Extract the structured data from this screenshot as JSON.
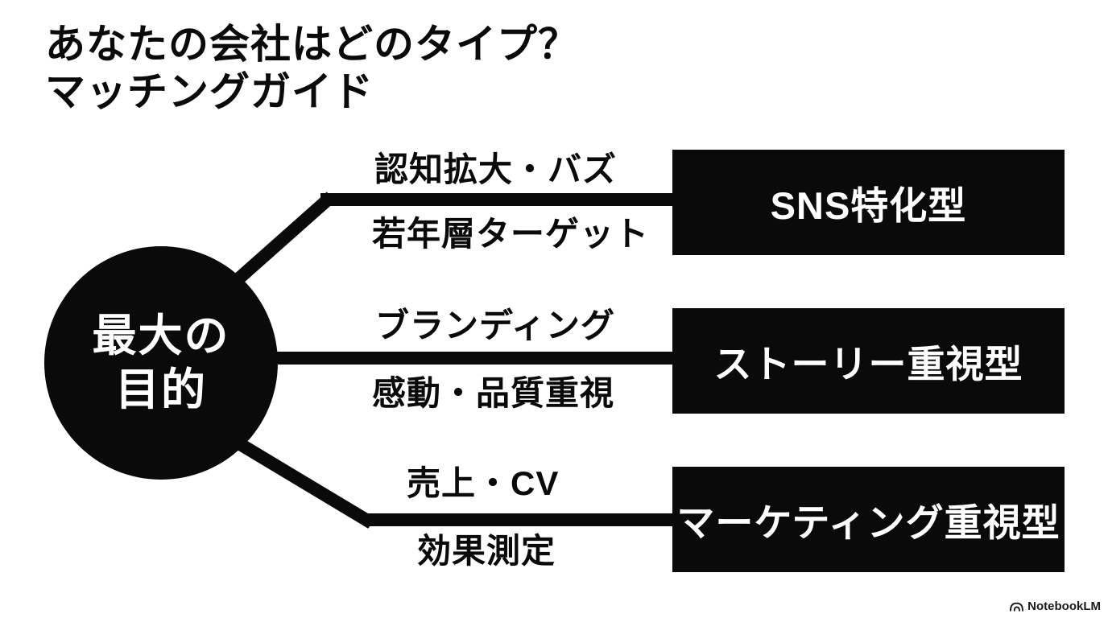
{
  "title": {
    "line1": "あなたの会社はどのタイプ？",
    "line2": "マッチングガイド"
  },
  "center_node": {
    "line1": "最大の",
    "line2": "目的"
  },
  "branches": [
    {
      "top_label": "認知拡大・バズ",
      "bottom_label": "若年層ターゲット",
      "result": "SNS特化型"
    },
    {
      "top_label": "ブランディング",
      "bottom_label": "感動・品質重視",
      "result": "ストーリー重視型"
    },
    {
      "top_label": "売上・CV",
      "bottom_label": "効果測定",
      "result": "マーケティング重視型"
    }
  ],
  "footer": {
    "brand": "NotebookLM"
  },
  "colors": {
    "ink": "#0a0a0a",
    "background": "#ffffff",
    "text_on_ink": "#ffffff"
  }
}
